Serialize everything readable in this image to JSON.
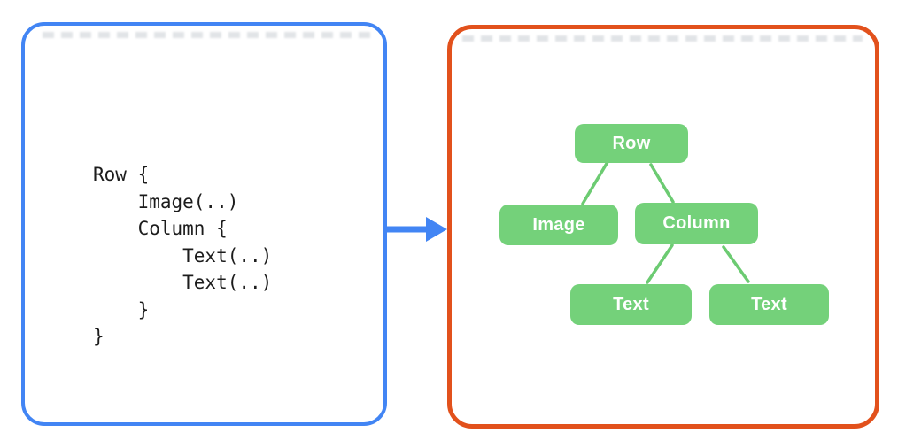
{
  "code_panel": {
    "border_color": "#4285F4",
    "lines": [
      "Row {",
      "    Image(..)",
      "    Column {",
      "        Text(..)",
      "        Text(..)",
      "    }",
      "}"
    ]
  },
  "arrow": {
    "color": "#4285F4",
    "direction": "right"
  },
  "tree_panel": {
    "border_color": "#E2511C",
    "node_fill_color": "#74D17A",
    "node_text_color": "#FFFFFF",
    "edge_color": "#6CCB72",
    "nodes": {
      "root": {
        "label": "Row"
      },
      "image": {
        "label": "Image"
      },
      "column": {
        "label": "Column"
      },
      "text1": {
        "label": "Text"
      },
      "text2": {
        "label": "Text"
      }
    },
    "edges": [
      {
        "from": "root",
        "to": "image"
      },
      {
        "from": "root",
        "to": "column"
      },
      {
        "from": "column",
        "to": "text1"
      },
      {
        "from": "column",
        "to": "text2"
      }
    ]
  }
}
